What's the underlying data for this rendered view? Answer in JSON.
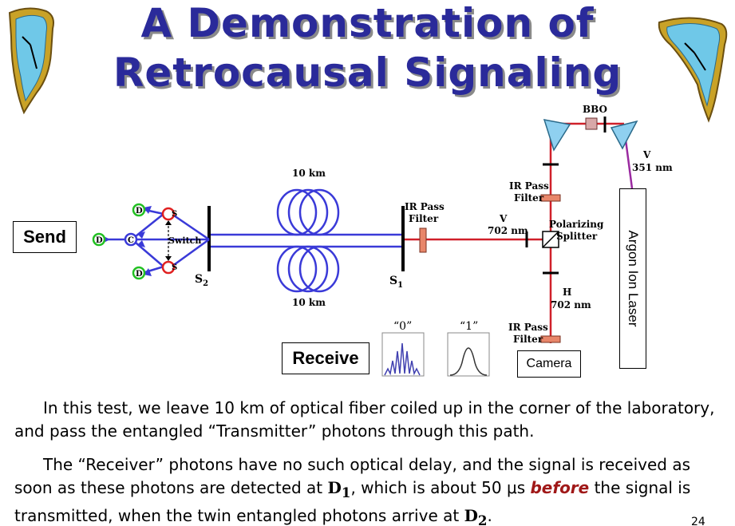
{
  "title": {
    "line1": "A Demonstration of",
    "line2": "Retrocausal Signaling"
  },
  "diagram": {
    "send_label": "Send",
    "receive_label": "Receive",
    "camera_label": "Camera",
    "laser_label": "Argon Ion Laser",
    "bbo_label": "BBO",
    "v351_label1": "V",
    "v351_label2": "351 nm",
    "ir_filter_top1": "IR Pass",
    "ir_filter_top2": "Filter",
    "ir_filter_bottom1": "IR Pass",
    "ir_filter_bottom2": "Filter",
    "ir_filter_s1_1": "IR Pass",
    "ir_filter_s1_2": "Filter",
    "polarizing1": "Polarizing",
    "polarizing2": "Splitter",
    "v702_1": "V",
    "v702_2": "702 nm",
    "h702_1": "H",
    "h702_2": "702 nm",
    "fiber_top": "10 km",
    "fiber_bottom": "10 km",
    "s1_main": "S",
    "s1_sub": "1",
    "s2_main": "S",
    "s2_sub": "2",
    "switch_label": "Switch",
    "detector_label": "D",
    "coupler_label": "C",
    "node_label": "S",
    "pattern0": "“0”",
    "pattern1": "“1”"
  },
  "paragraph1": "In this test, we leave 10 km of optical fiber coiled up in the corner of the laboratory, and pass the entangled “Transmitter” photons through this path.",
  "paragraph2": {
    "part1": "The “Receiver” photons have no such optical delay, and the signal is received as soon as these photons are detected at ",
    "d1_main": "D",
    "d1_sub": "1",
    "part2": ", which is about 50 μs ",
    "before": "before",
    "part3": " the signal is transmitted, when the twin entangled photons arrive at ",
    "d2_main": "D",
    "d2_sub": "2",
    "part4": "."
  },
  "page_number": "24",
  "colors": {
    "title": "#2a2a9a",
    "fiber": "#3a3ad8",
    "laser_beam": "#d0202a",
    "uv_beam": "#9a2aa0",
    "detector": "#22c022",
    "node": "#e02020",
    "filter": "#e8866a"
  },
  "icons": {
    "clock_left": "melting-clock-icon",
    "clock_right": "melting-clock-icon"
  }
}
